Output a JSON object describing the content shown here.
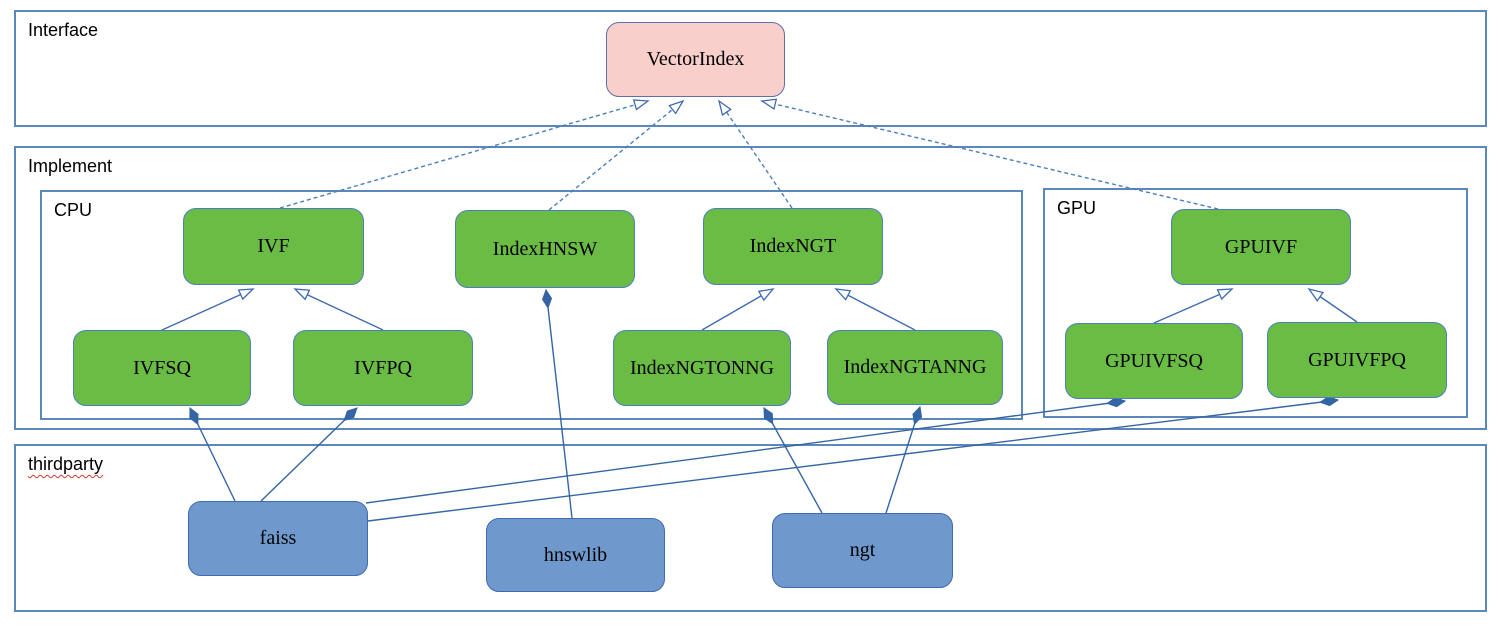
{
  "containers": {
    "interface": {
      "label": "Interface"
    },
    "implement": {
      "label": "Implement"
    },
    "cpu": {
      "label": "CPU"
    },
    "gpu": {
      "label": "GPU"
    },
    "thirdparty": {
      "label": "thirdparty"
    }
  },
  "nodes": {
    "vectorindex": {
      "label": "VectorIndex",
      "kind": "interface"
    },
    "ivf": {
      "label": "IVF",
      "kind": "cpu-implementation"
    },
    "indexhnsw": {
      "label": "IndexHNSW",
      "kind": "cpu-implementation"
    },
    "indexngt": {
      "label": "IndexNGT",
      "kind": "cpu-implementation"
    },
    "gpuivf": {
      "label": "GPUIVF",
      "kind": "gpu-implementation"
    },
    "ivfsq": {
      "label": "IVFSQ",
      "kind": "cpu-implementation"
    },
    "ivfpq": {
      "label": "IVFPQ",
      "kind": "cpu-implementation"
    },
    "indexngtonng": {
      "label": "IndexNGTONNG",
      "kind": "cpu-implementation"
    },
    "indexngtanng": {
      "label": "IndexNGTANNG",
      "kind": "cpu-implementation"
    },
    "gpuivfsq": {
      "label": "GPUIVFSQ",
      "kind": "gpu-implementation"
    },
    "gpuivfpq": {
      "label": "GPUIVFPQ",
      "kind": "gpu-implementation"
    },
    "faiss": {
      "label": "faiss",
      "kind": "thirdparty-library"
    },
    "hnswlib": {
      "label": "hnswlib",
      "kind": "thirdparty-library"
    },
    "ngt": {
      "label": "ngt",
      "kind": "thirdparty-library"
    }
  },
  "edges": [
    {
      "from": "ivf",
      "to": "vectorindex",
      "type": "realization-dashed-hollow-arrow"
    },
    {
      "from": "indexhnsw",
      "to": "vectorindex",
      "type": "realization-dashed-hollow-arrow"
    },
    {
      "from": "indexngt",
      "to": "vectorindex",
      "type": "realization-dashed-hollow-arrow"
    },
    {
      "from": "gpuivf",
      "to": "vectorindex",
      "type": "realization-dashed-hollow-arrow"
    },
    {
      "from": "ivfsq",
      "to": "ivf",
      "type": "generalization-hollow-arrow"
    },
    {
      "from": "ivfpq",
      "to": "ivf",
      "type": "generalization-hollow-arrow"
    },
    {
      "from": "indexngtonng",
      "to": "indexngt",
      "type": "generalization-hollow-arrow"
    },
    {
      "from": "indexngtanng",
      "to": "indexngt",
      "type": "generalization-hollow-arrow"
    },
    {
      "from": "gpuivfsq",
      "to": "gpuivf",
      "type": "generalization-hollow-arrow"
    },
    {
      "from": "gpuivfpq",
      "to": "gpuivf",
      "type": "generalization-hollow-arrow"
    },
    {
      "from": "faiss",
      "to": "ivfsq",
      "type": "composition-diamond"
    },
    {
      "from": "faiss",
      "to": "ivfpq",
      "type": "composition-diamond"
    },
    {
      "from": "faiss",
      "to": "gpuivfsq",
      "type": "composition-diamond"
    },
    {
      "from": "faiss",
      "to": "gpuivfpq",
      "type": "composition-diamond"
    },
    {
      "from": "hnswlib",
      "to": "indexhnsw",
      "type": "composition-diamond"
    },
    {
      "from": "ngt",
      "to": "indexngtonng",
      "type": "composition-diamond"
    },
    {
      "from": "ngt",
      "to": "indexngtanng",
      "type": "composition-diamond"
    }
  ],
  "colors": {
    "implementation_fill": "#6abc45",
    "thirdparty_fill": "#6f99cd",
    "interface_fill": "#f9cfcb",
    "container_border": "#5b87bd",
    "connector": "#3f6ab2",
    "spellcheck_underline": "#d03a2b"
  }
}
